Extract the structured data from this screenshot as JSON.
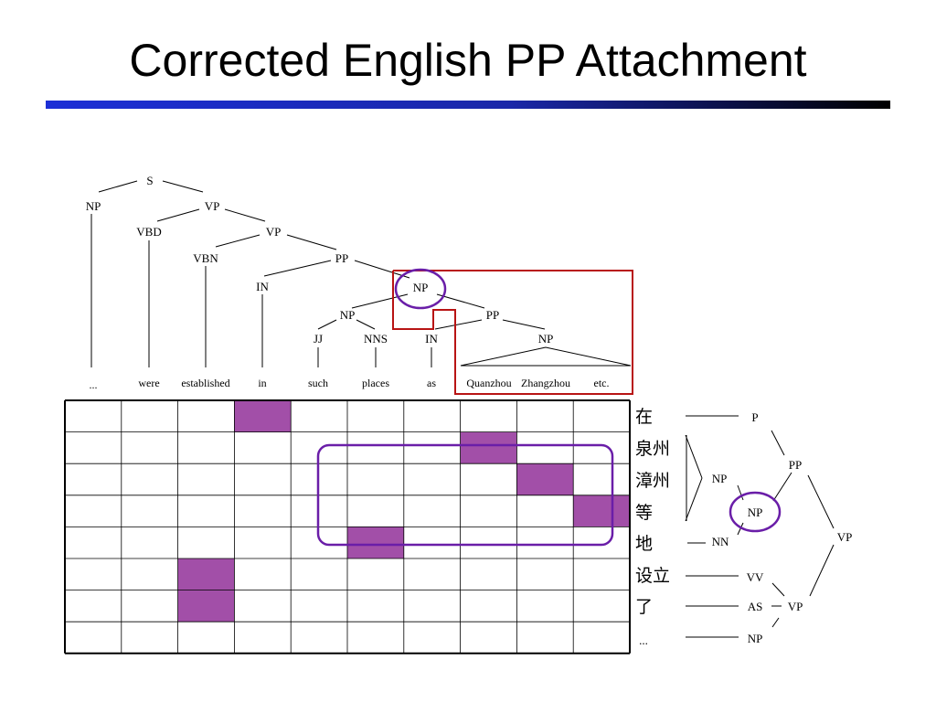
{
  "title": "Corrected English PP Attachment",
  "english_tree": {
    "S": "S",
    "NP_subj": "NP",
    "VP1": "VP",
    "VBD": "VBD",
    "VP2": "VP",
    "VBN": "VBN",
    "PP1": "PP",
    "IN1": "IN",
    "NP_obj": "NP",
    "NP_inner": "NP",
    "JJ": "JJ",
    "NNS": "NNS",
    "PP2": "PP",
    "IN2": "IN",
    "NP_names": "NP"
  },
  "words": [
    "...",
    "were",
    "established",
    "in",
    "such",
    "places",
    "as",
    "Quanzhou",
    "Zhangzhou",
    "etc."
  ],
  "chinese_words": [
    "在",
    "泉州",
    "漳州",
    "等",
    "地",
    "设立",
    "了",
    "..."
  ],
  "chinese_tree": {
    "P": "P",
    "PP": "PP",
    "NP_places": "NP",
    "NP_top": "NP",
    "NN": "NN",
    "VP_top": "VP",
    "VV": "VV",
    "AS": "AS",
    "VP_low": "VP",
    "NP_last": "NP"
  },
  "alignment": [
    [
      0,
      3
    ],
    [
      1,
      7
    ],
    [
      2,
      8
    ],
    [
      3,
      9
    ],
    [
      4,
      5
    ],
    [
      5,
      2
    ],
    [
      6,
      2
    ]
  ],
  "colors": {
    "cell": "#a24fa8",
    "highlight_box": "#b81414",
    "circle": "#6a1ea8",
    "rule": "#1c2fd6"
  }
}
